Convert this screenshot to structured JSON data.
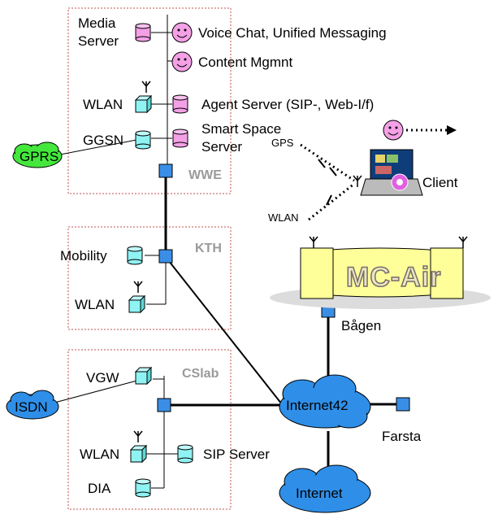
{
  "regions": {
    "wwe": "WWE",
    "kth": "KTH",
    "cslab": "CSlab"
  },
  "labels": {
    "media_server_1": "Media",
    "media_server_2": "Server",
    "voice_chat": "Voice Chat, Unified Messaging",
    "content_mgmnt": "Content Mgmnt",
    "wlan_wwe": "WLAN",
    "agent_server": "Agent Server (SIP-, Web-I/f)",
    "ggsn": "GGSN",
    "smart_space_1": "Smart Space",
    "smart_space_2": "Server",
    "gprs": "GPRS",
    "gps": "GPS",
    "client": "Client",
    "wlan_client": "WLAN",
    "mobility": "Mobility",
    "wlan_kth": "WLAN",
    "mc_air": "MC-Air",
    "bagen": "Bågen",
    "vgw": "VGW",
    "isdn": "ISDN",
    "internet42": "Internet42",
    "farsta": "Farsta",
    "wlan_cslab": "WLAN",
    "sip_server": "SIP Server",
    "dia": "DIA",
    "internet": "Internet"
  },
  "colors": {
    "region_border": "#c0504d",
    "switch_fill": "#3a8ee6",
    "server_pink": "#f4a0e6",
    "server_cyan": "#8ff3f3",
    "cloud_blue": "#2f8fe8",
    "cloud_green": "#44e83c",
    "mc_air_yellow": "#ffff99"
  }
}
